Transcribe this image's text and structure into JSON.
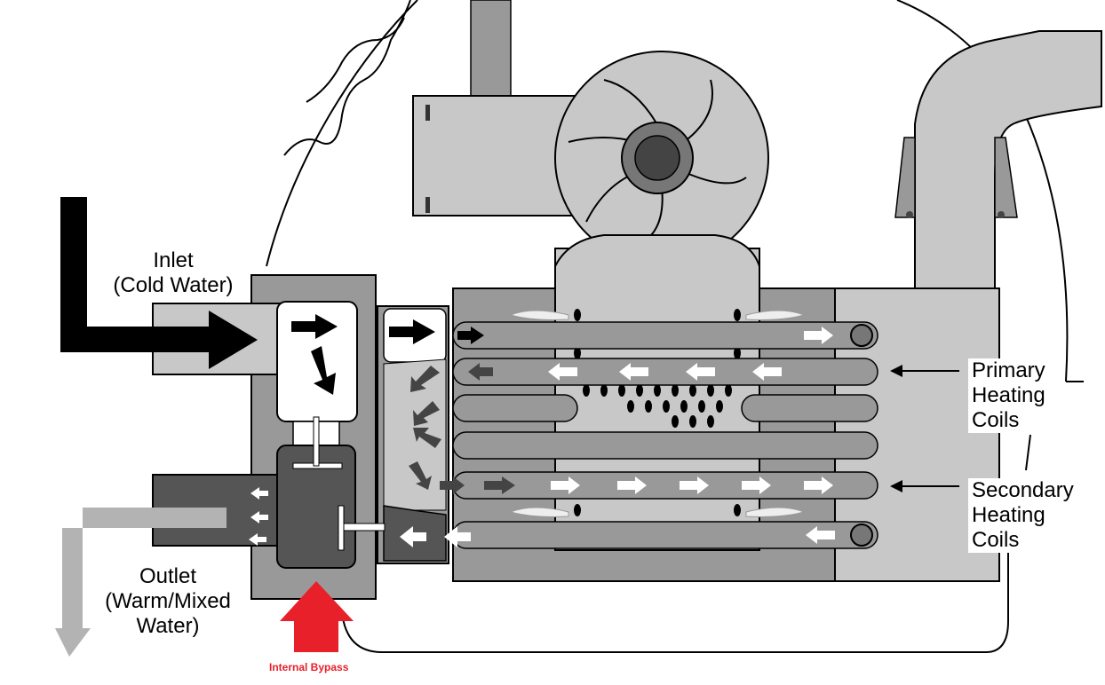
{
  "labels": {
    "inlet": {
      "line1": "Inlet",
      "line2": "(Cold Water)"
    },
    "outlet": {
      "line1": "Outlet",
      "line2": "(Warm/Mixed",
      "line3": "Water)"
    },
    "primary": {
      "line1": "Primary",
      "line2": "Heating",
      "line3": "Coils"
    },
    "secondary": {
      "line1": "Secondary",
      "line2": "Heating",
      "line3": "Coils"
    },
    "bypass": "Internal Bypass"
  },
  "colors": {
    "inlet_arrow": "#000000",
    "outlet_arrow": "#b3b3b3",
    "bypass_arrow": "#e8202a",
    "body_light": "#c8c8c8",
    "body_mid": "#999999",
    "dark_chamber": "#555555"
  }
}
